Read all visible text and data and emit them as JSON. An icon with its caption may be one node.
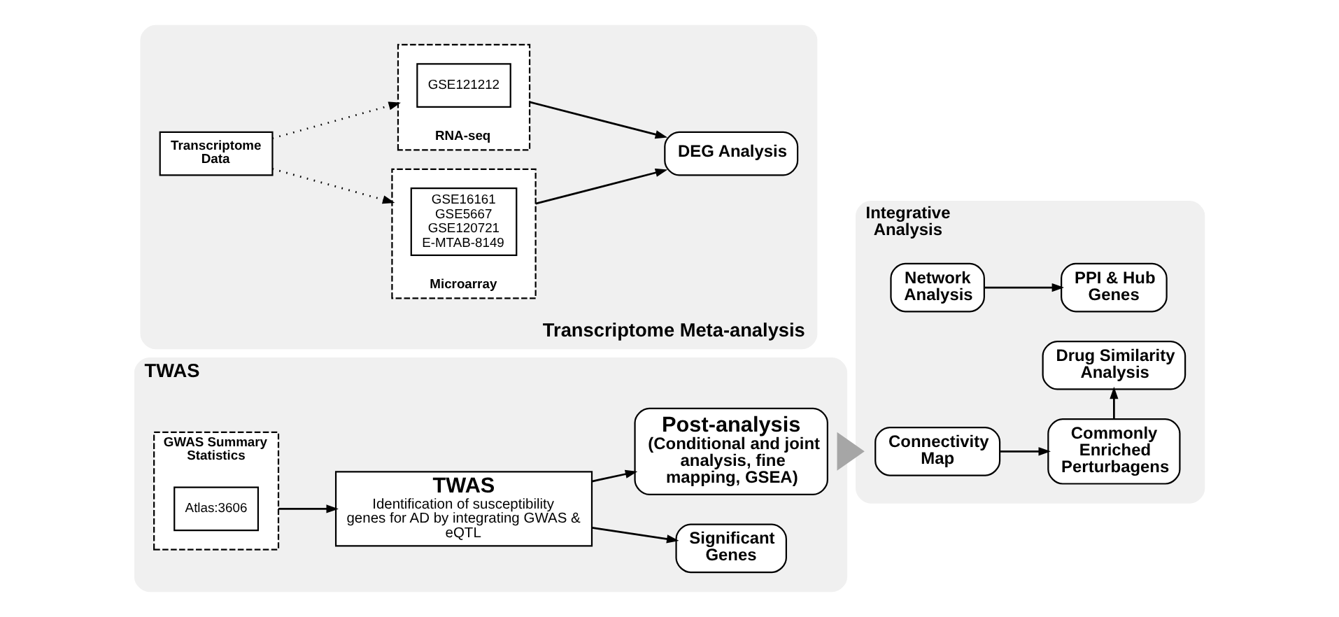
{
  "diagram": {
    "nodes": [
      {
        "text": [
          "TWAS"
        ]
      },
      {
        "text": [
          "GWAS Summary Statistics"
        ],
        "in": 0
      },
      {
        "text": [
          "Atlas:3606"
        ],
        "in": 1
      },
      {
        "text": [
          "TWAS",
          "Identification of susceptibility genes for AD by integrating GWAS & eQTL"
        ],
        "in": 0
      },
      {
        "text": [
          "Post-analysis",
          "(Conditional and joint analysis, fine mapping, GSEA)"
        ],
        "in": 0
      },
      {
        "text": [
          "Significant Genes"
        ],
        "in": 0
      },
      {
        "text": [
          "Transcriptome Meta-analysis"
        ]
      },
      {
        "text": [
          "Transcriptome Data"
        ],
        "in": 6
      },
      {
        "text": [
          "RNA-seq"
        ],
        "in": 6
      },
      {
        "text": [
          "GSE121212"
        ],
        "in": 8
      },
      {
        "text": [
          "Microarray"
        ],
        "in": 6
      },
      {
        "text": [
          "GSE16161",
          "GSE5667",
          "GSE120721",
          "E-MTAB-8149"
        ],
        "in": 10
      },
      {
        "text": [
          "DEG Analysis"
        ],
        "in": 6
      },
      {
        "text": [
          "Integrative Analysis"
        ]
      },
      {
        "text": [
          "Drug Similarity Analysis"
        ],
        "in": 13
      },
      {
        "text": [
          "Connectivity Map"
        ],
        "in": 13
      },
      {
        "text": [
          "Commonly Enriched Perturbagens"
        ],
        "in": 13
      },
      {
        "text": [
          "Network Analysis"
        ],
        "in": 13
      },
      {
        "text": [
          "PPI & Hub Genes"
        ],
        "in": 13
      }
    ],
    "edges": [
      {
        "from": 1,
        "to": 3,
        "arrow": "to"
      },
      {
        "from": 3,
        "to": 4,
        "arrow": "to"
      },
      {
        "from": 3,
        "to": 5,
        "arrow": "to"
      },
      {
        "from": 7,
        "to": 8,
        "arrow": "to",
        "style": "dashed"
      },
      {
        "from": 7,
        "to": 10,
        "arrow": "to",
        "style": "dashed"
      },
      {
        "from": 8,
        "to": 12,
        "arrow": "to"
      },
      {
        "from": 10,
        "to": 12,
        "arrow": "to"
      },
      {
        "from": 0,
        "to": 13,
        "arrow": "to",
        "style": "thick",
        "color": "#a6a6a6"
      },
      {
        "from": 15,
        "to": 16,
        "arrow": "to"
      },
      {
        "from": 16,
        "to": 14,
        "arrow": "to"
      },
      {
        "from": 17,
        "to": 18,
        "arrow": "to"
      }
    ]
  }
}
